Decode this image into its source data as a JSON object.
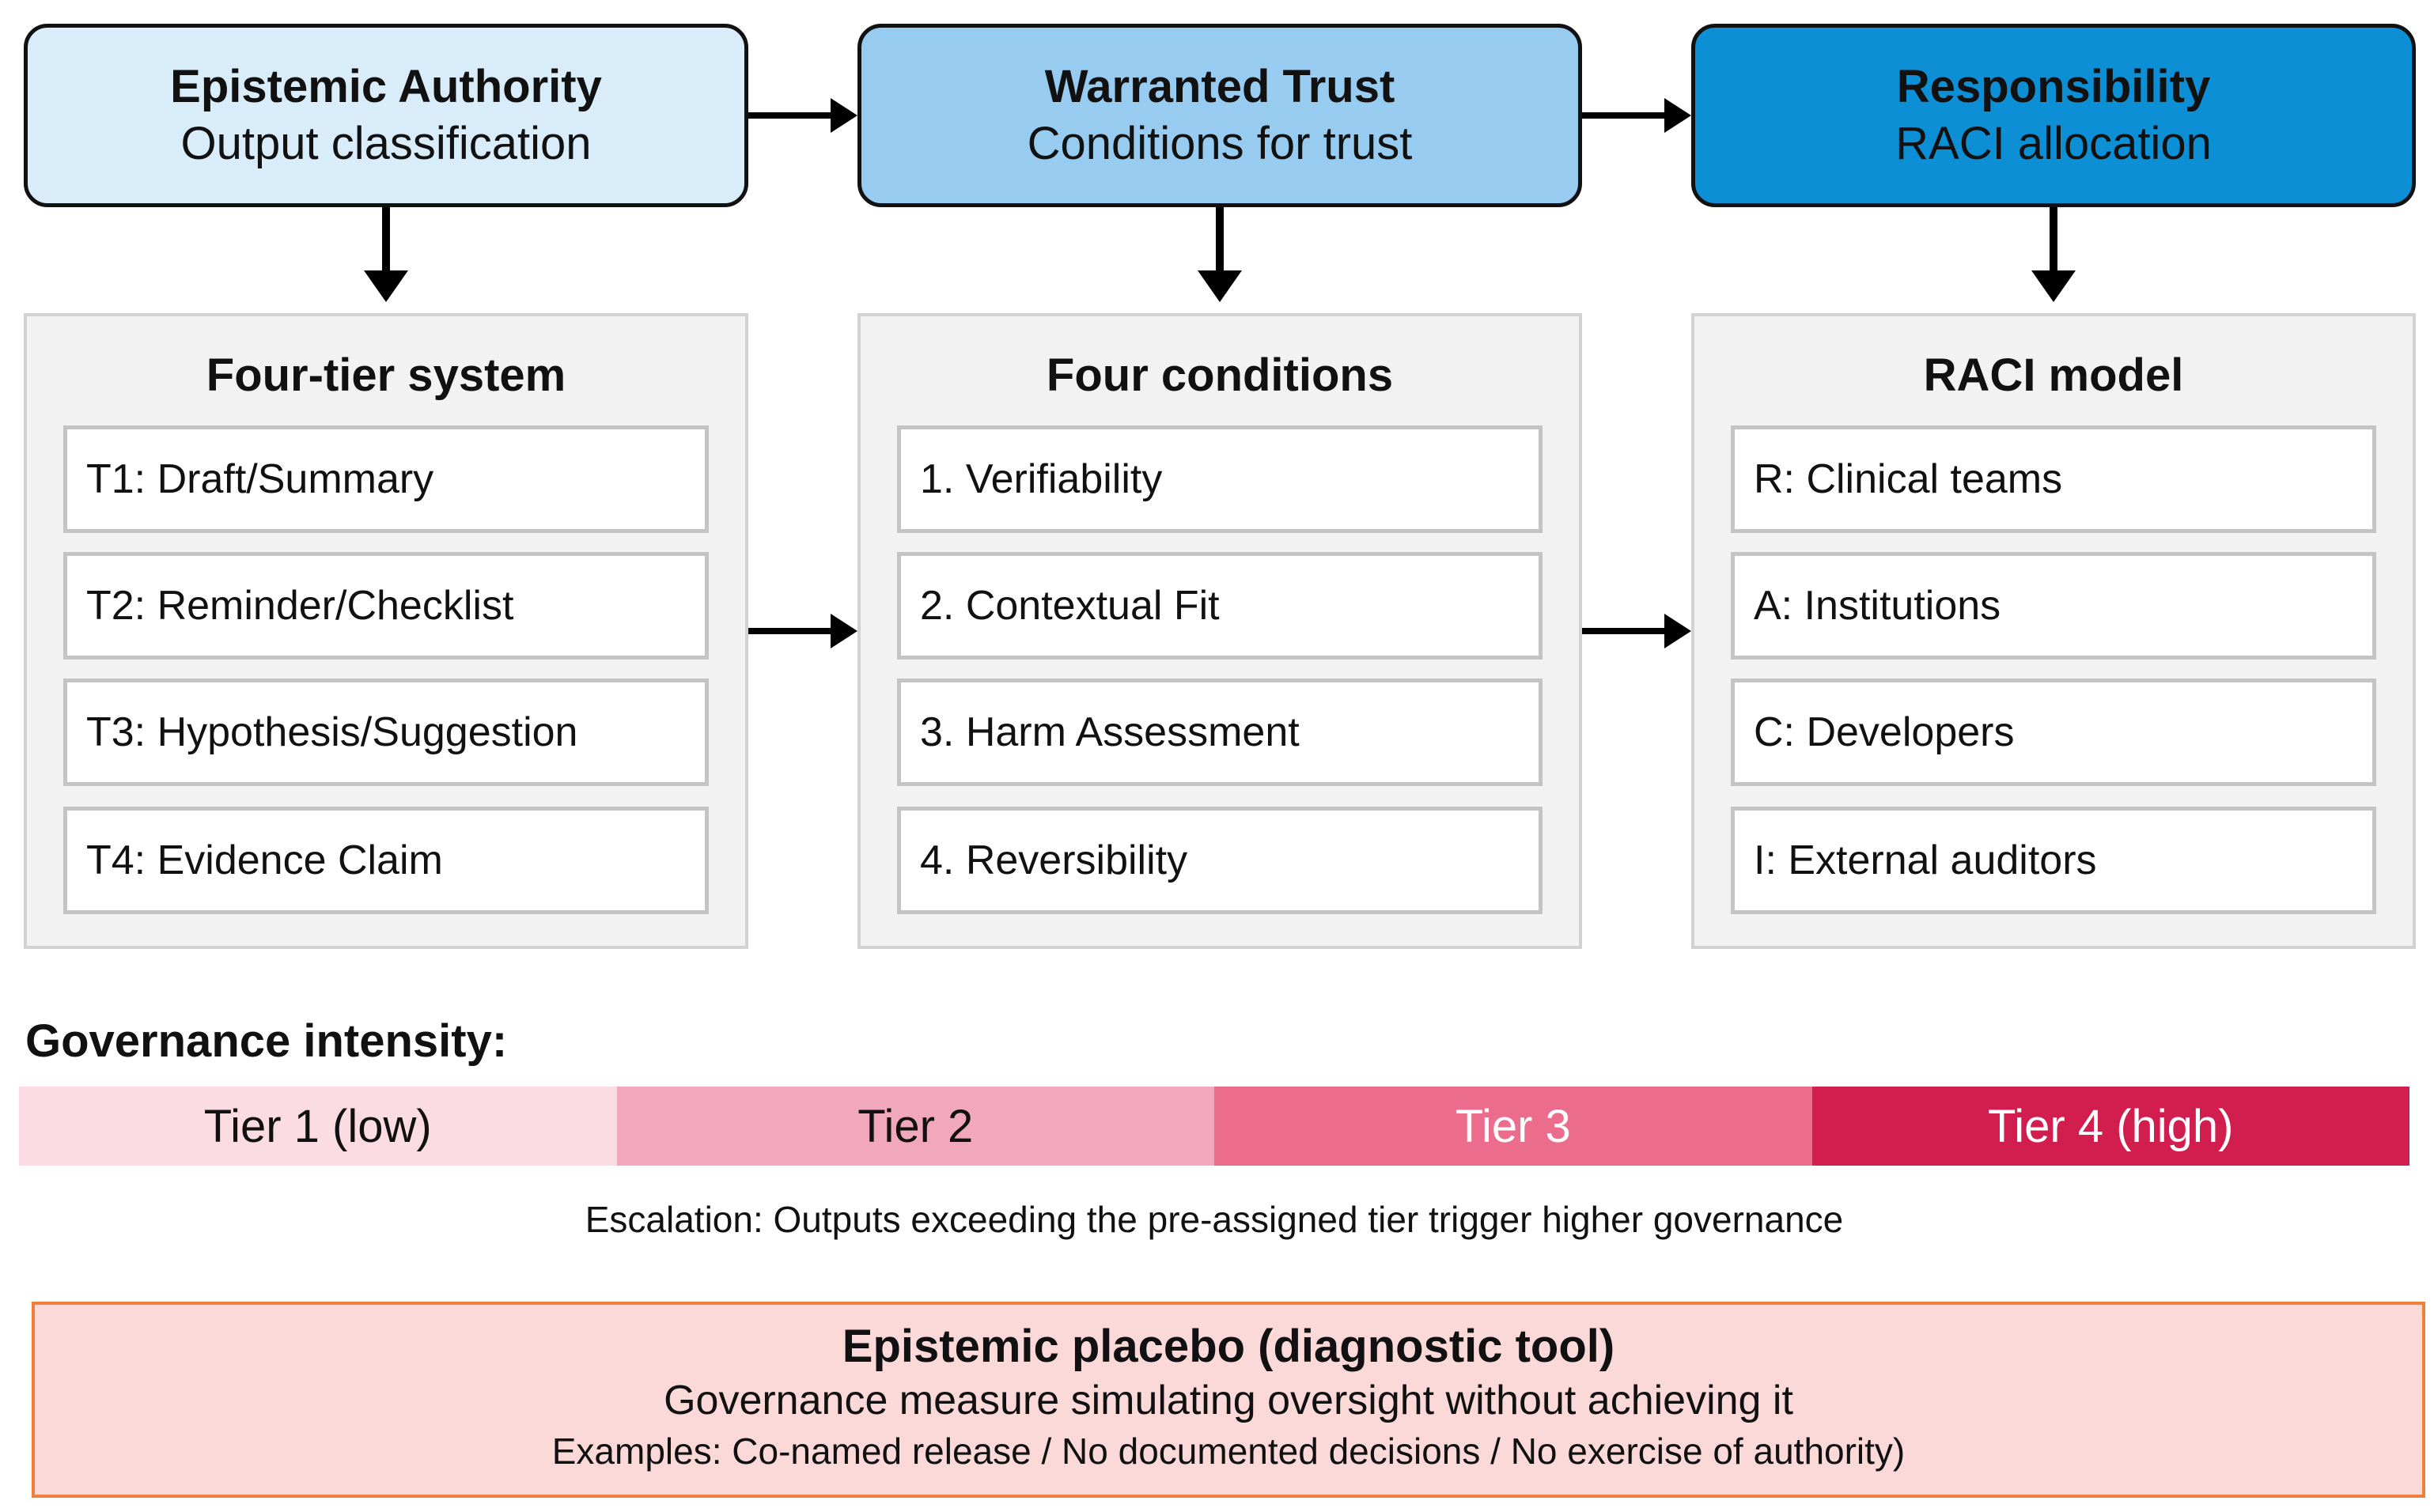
{
  "pillars": [
    {
      "title": "Epistemic Authority",
      "subtitle": "Output classification",
      "color": "#d9ecfa"
    },
    {
      "title": "Warranted Trust",
      "subtitle": "Conditions for trust",
      "color": "#98cbf0"
    },
    {
      "title": "Responsibility",
      "subtitle": "RACI allocation",
      "color": "#0c8fd4"
    }
  ],
  "panels": [
    {
      "title": "Four-tier system",
      "items": [
        "T1: Draft/Summary",
        "T2: Reminder/Checklist",
        "T3: Hypothesis/Suggestion",
        "T4: Evidence Claim"
      ]
    },
    {
      "title": "Four conditions",
      "items": [
        "1. Verifiability",
        "2. Contextual Fit",
        "3. Harm Assessment",
        "4. Reversibility"
      ]
    },
    {
      "title": "RACI model",
      "items": [
        "R: Clinical teams",
        "A: Institutions",
        "C: Developers",
        "I: External auditors"
      ]
    }
  ],
  "governance": {
    "label": "Governance intensity:",
    "tiers": [
      {
        "label": "Tier 1 (low)",
        "color": "#fcdce3",
        "text_color": "#111111"
      },
      {
        "label": "Tier 2",
        "color": "#f2a8bc",
        "text_color": "#111111"
      },
      {
        "label": "Tier 3",
        "color": "#eb6c8c",
        "text_color": "#ffffff"
      },
      {
        "label": "Tier 4 (high)",
        "color": "#d21e4f",
        "text_color": "#ffffff"
      }
    ],
    "escalation": "Escalation: Outputs exceeding the pre-assigned tier trigger higher governance"
  },
  "placebo": {
    "title": "Epistemic placebo (diagnostic tool)",
    "subtitle": "Governance measure simulating oversight without achieving it",
    "examples": "Examples: Co-named release / No documented decisions / No exercise of authority)",
    "background": "#fbd9d9",
    "border": "#f07f3a"
  }
}
